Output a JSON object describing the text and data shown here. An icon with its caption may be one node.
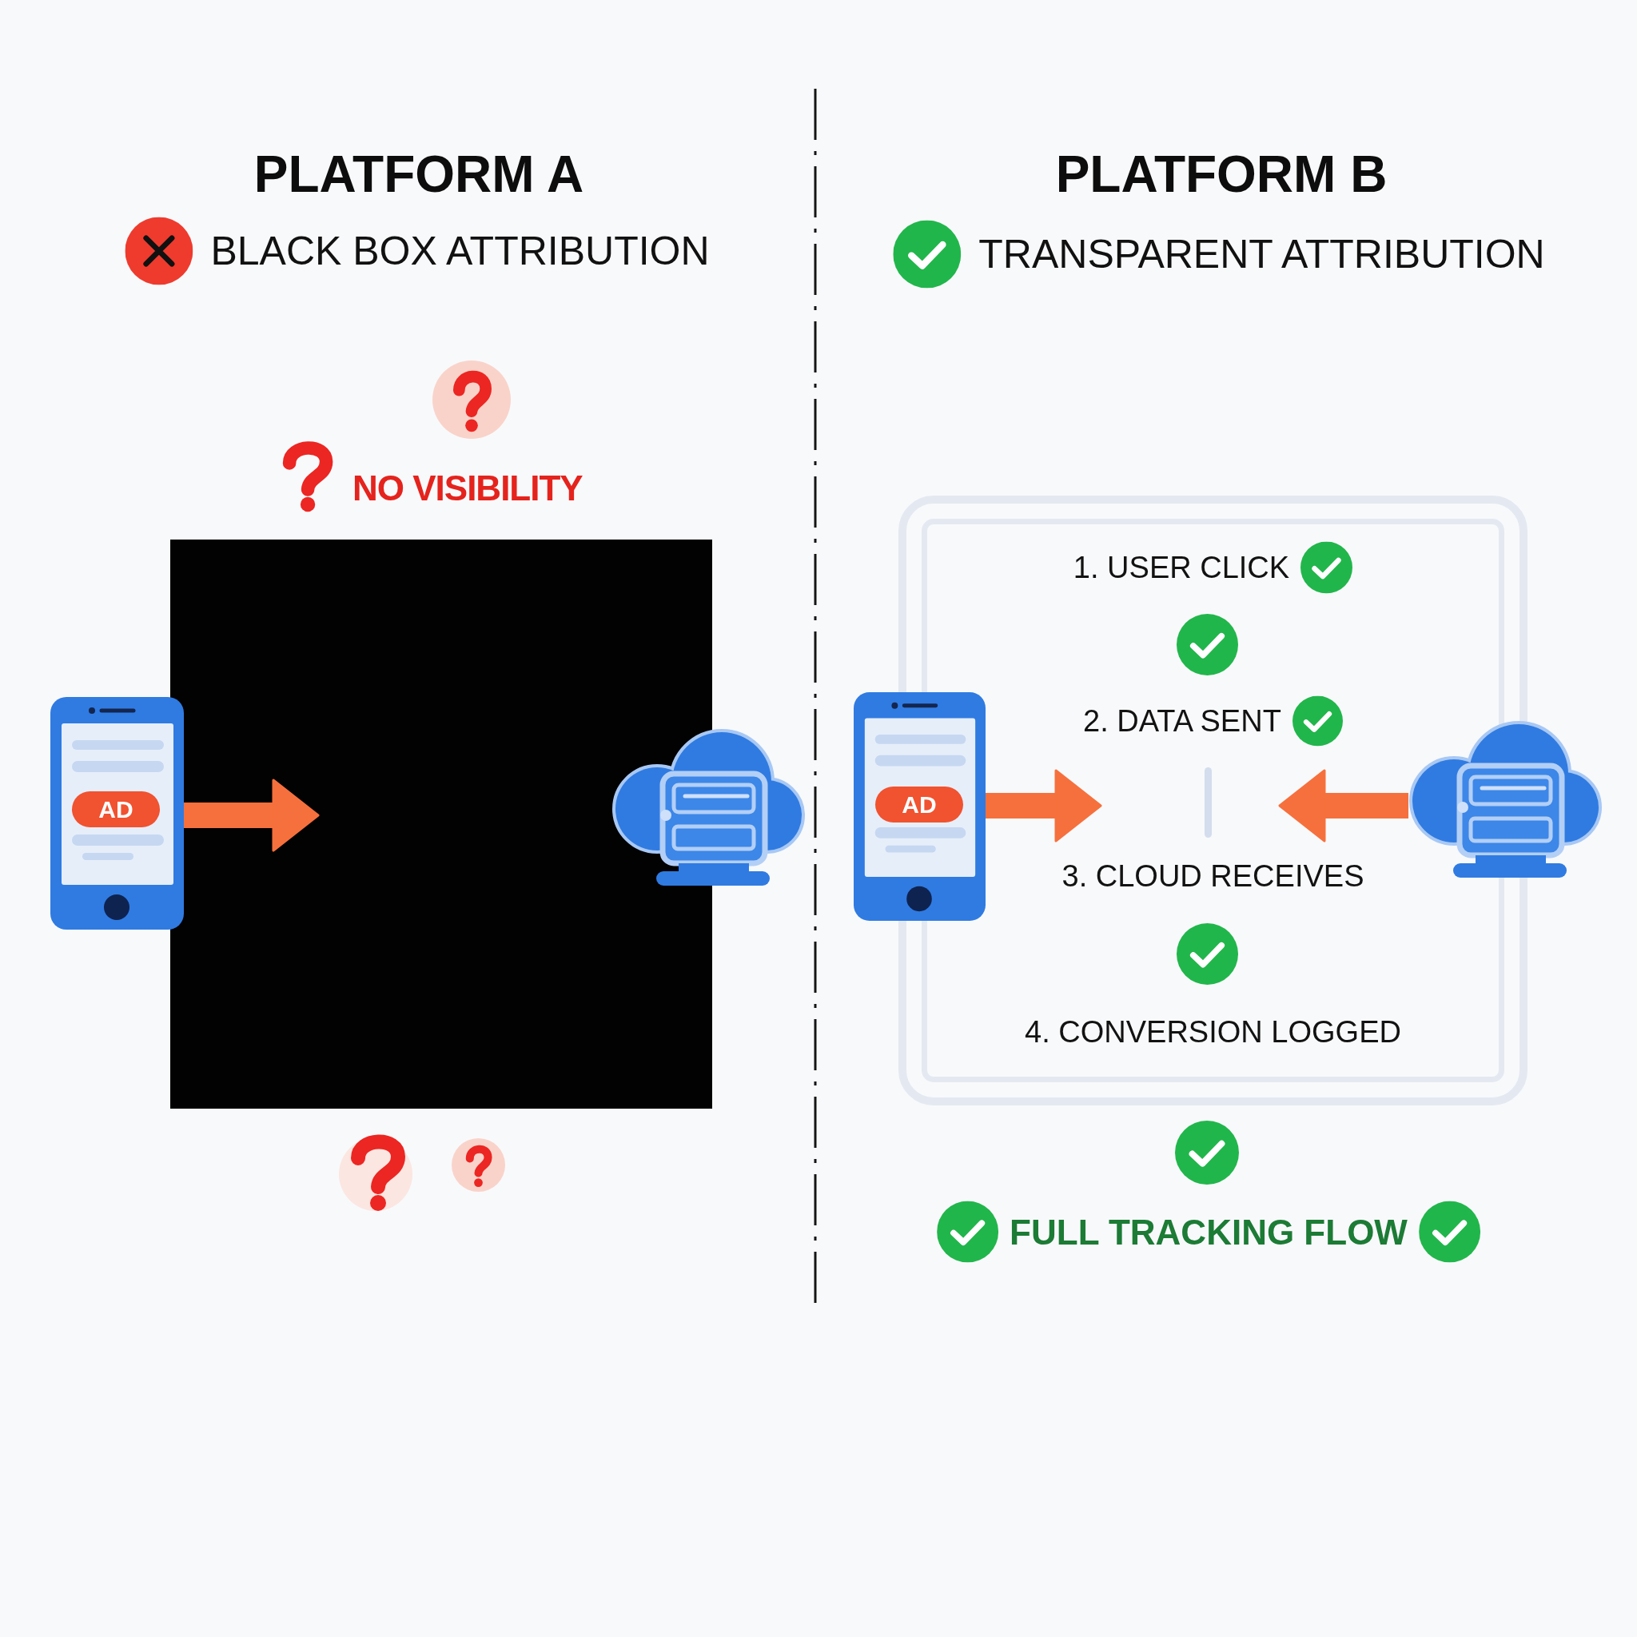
{
  "diagram": {
    "nodes": [
      {
        "text": [
          "AD"
        ]
      },
      {
        "text": [],
        "shape": "box"
      },
      {
        "text": [],
        "shape": "cloud"
      },
      {
        "text": [
          "1. USER CLICK",
          "2. DATA SENT",
          "3. CLOUD RECEIVES",
          "4. CONVERSION LOGGED"
        ]
      },
      {
        "text": [
          "AD"
        ]
      },
      {
        "text": [],
        "shape": "cloud"
      }
    ],
    "edges": [
      {
        "from": 0,
        "to": 1,
        "arrow": "to"
      },
      {
        "from": 4,
        "to": 3,
        "arrow": "to"
      },
      {
        "from": 5,
        "to": 3,
        "arrow": "to"
      }
    ],
    "labels": [
      "PLATFORM A",
      "BLACK BOX ATTRIBUTION",
      "NO VISIBILITY",
      "PLATFORM B",
      "TRANSPARENT ATTRIBUTION",
      "FULL TRACKING FLOW"
    ]
  }
}
